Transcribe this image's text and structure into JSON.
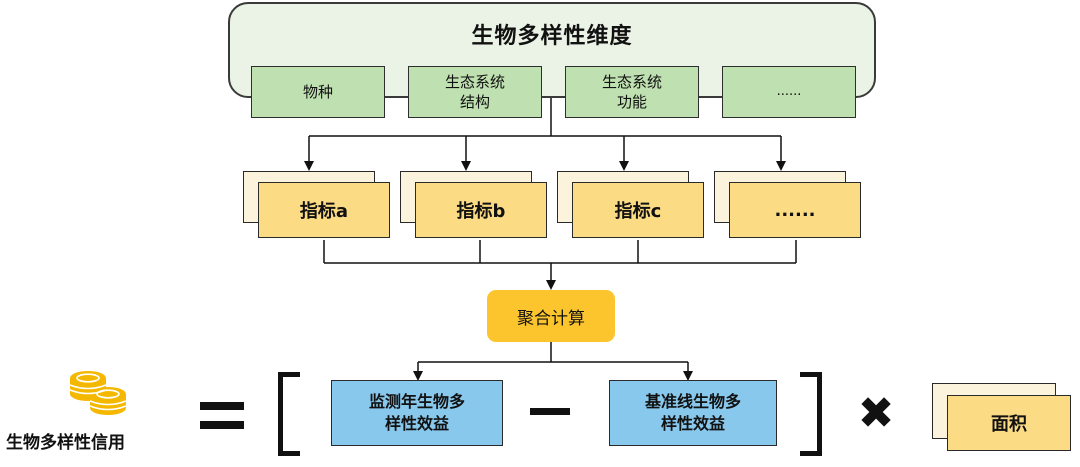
{
  "dimension": {
    "title": "生物多样性维度",
    "items": [
      "物种",
      "生态系统\n结构",
      "生态系统\n功能",
      "......"
    ]
  },
  "indicators": [
    "指标a",
    "指标b",
    "指标c",
    "......"
  ],
  "aggregation": "聚合计算",
  "formula": {
    "result_label": "生物多样性信用",
    "monitoring_benefit": "监测年生物多\n样性效益",
    "baseline_benefit": "基准线生物多\n样性效益",
    "area": "面积"
  },
  "icons": {
    "coins": "coin-stack-icon"
  },
  "colors": {
    "panel_bg": "#eaf3e5",
    "dimension_item": "#bfe0b0",
    "indicator": "#fcdb85",
    "aggregation": "#fcc52e",
    "benefit": "#88c8ec",
    "coins": "#f5b800"
  }
}
